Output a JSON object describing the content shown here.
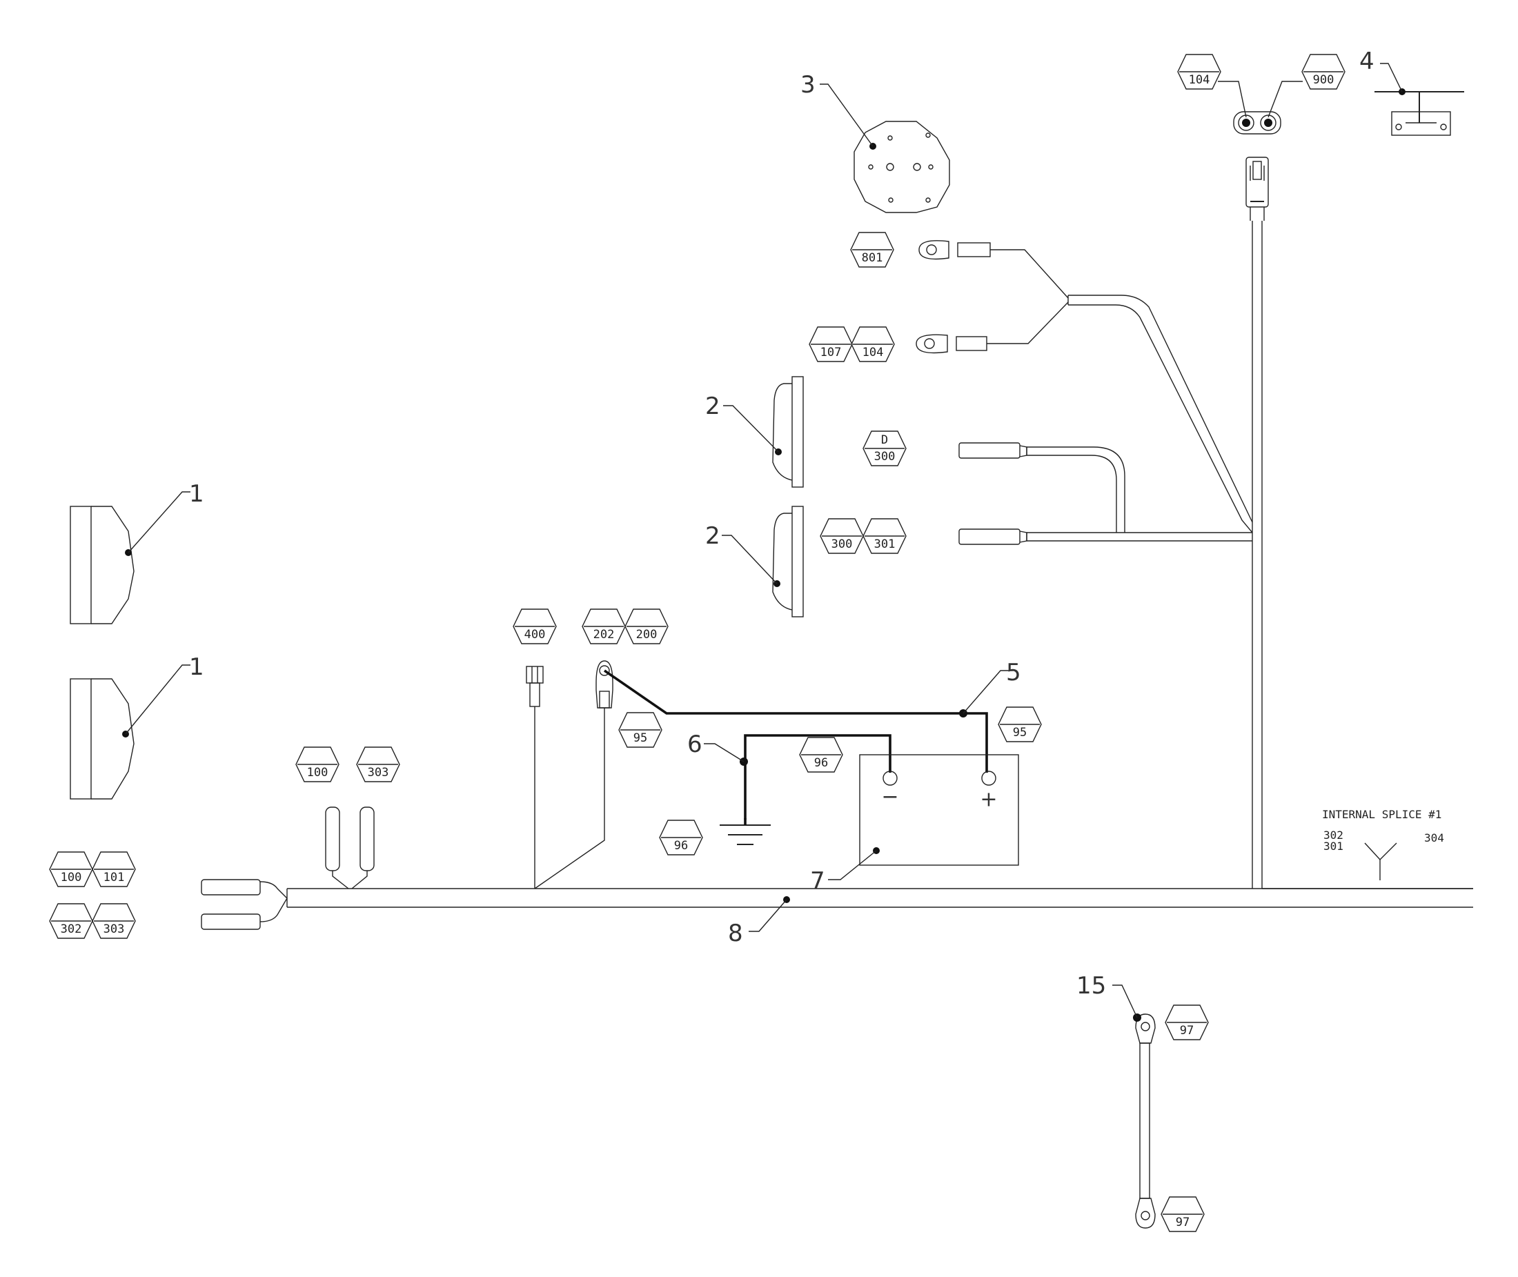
{
  "callouts": {
    "c1a": "1",
    "c1b": "1",
    "c2a": "2",
    "c2b": "2",
    "c3": "3",
    "c4": "4",
    "c5": "5",
    "c6": "6",
    "c7": "7",
    "c8": "8",
    "c15": "15"
  },
  "wire_tags": {
    "t104_top": "104",
    "t900_top": "900",
    "t801": "801",
    "t107": "107",
    "t104_mid": "104",
    "tD": "D",
    "t300_single": "300",
    "t300_pair": "300",
    "t301_pair": "301",
    "t400": "400",
    "t202": "202",
    "t200": "200",
    "t95_left": "95",
    "t95_right": "95",
    "t96_top": "96",
    "t96_ground": "96",
    "t100_mid": "100",
    "t303_mid": "303",
    "t100_left": "100",
    "t101_left": "101",
    "t302_left": "302",
    "t303_left": "303",
    "t97_top": "97",
    "t97_bottom": "97"
  },
  "battery": {
    "minus": "−",
    "plus": "+"
  },
  "splice_note": {
    "title": "INTERNAL SPLICE #1",
    "left_top": "302",
    "left_bottom": "301",
    "right": "304"
  }
}
